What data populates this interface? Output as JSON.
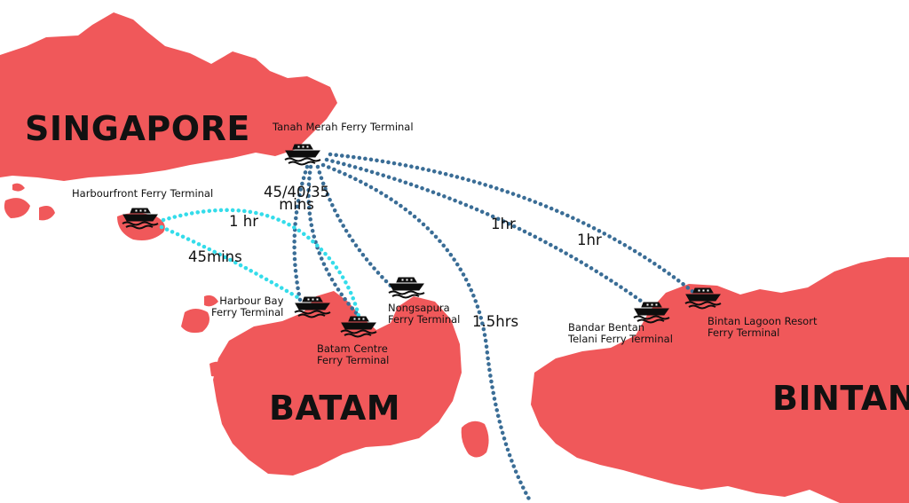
{
  "regions": {
    "singapore": "SINGAPORE",
    "batam": "BATAM",
    "bintan": "BINTAN"
  },
  "terminals": {
    "tanah_merah": "Tanah Merah Ferry Terminal",
    "harbourfront": "Harbourfront Ferry Terminal",
    "harbour_bay": [
      "Harbour Bay",
      "Ferry Terminal"
    ],
    "batam_centre": [
      "Batam Centre",
      "Ferry Terminal"
    ],
    "nongsapura": [
      "Nongsapura",
      "Ferry Terminal"
    ],
    "bandar_bentan": [
      "Bandar Bentan",
      "Telani Ferry Terminal"
    ],
    "bintan_lagoon": [
      "Bintan Lagoon Resort",
      "Ferry Terminal"
    ]
  },
  "durations": {
    "harbourfront_batam_centre": "1 hr",
    "harbourfront_harbour_bay": "45mins",
    "tanah_merah_batam": [
      "45/40/35",
      "mins"
    ],
    "tanah_merah_south": "1.5hrs",
    "tanah_merah_bandar_bentan": "1hr",
    "tanah_merah_bintan_lagoon": "1hr"
  },
  "colors": {
    "land": "#f0585a",
    "route_tanah_merah": "#3a6d96",
    "route_harbourfront": "#34dcea",
    "ferry_icon": "#0d0d0d"
  },
  "icons": [
    "ferry-icon"
  ]
}
